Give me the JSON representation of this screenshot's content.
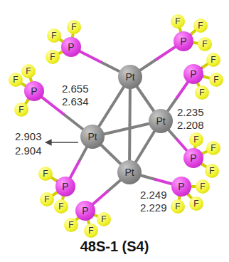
{
  "diagram": {
    "caption": "48S-1 (S4)",
    "nodes": [
      {
        "text": [
          "Pt"
        ]
      },
      {
        "text": [
          "Pt"
        ]
      },
      {
        "text": [
          "Pt"
        ]
      },
      {
        "text": [
          "Pt"
        ]
      },
      {
        "text": [
          "P"
        ]
      },
      {
        "text": [
          "P"
        ]
      },
      {
        "text": [
          "P"
        ]
      },
      {
        "text": [
          "P"
        ]
      },
      {
        "text": [
          "P"
        ]
      },
      {
        "text": [
          "P"
        ]
      },
      {
        "text": [
          "P"
        ]
      },
      {
        "text": [
          "P"
        ]
      },
      {
        "text": [
          "F"
        ]
      },
      {
        "text": [
          "F"
        ]
      },
      {
        "text": [
          "F"
        ]
      },
      {
        "text": [
          "F"
        ]
      },
      {
        "text": [
          "F"
        ]
      },
      {
        "text": [
          "F"
        ]
      },
      {
        "text": [
          "F"
        ]
      },
      {
        "text": [
          "F"
        ]
      },
      {
        "text": [
          "F"
        ]
      },
      {
        "text": [
          "F"
        ]
      },
      {
        "text": [
          "F"
        ]
      },
      {
        "text": [
          "F"
        ]
      },
      {
        "text": [
          "F"
        ]
      },
      {
        "text": [
          "F"
        ]
      },
      {
        "text": [
          "F"
        ]
      },
      {
        "text": [
          "F"
        ]
      },
      {
        "text": [
          "F"
        ]
      },
      {
        "text": [
          "F"
        ]
      },
      {
        "text": [
          "F"
        ]
      },
      {
        "text": [
          "F"
        ]
      },
      {
        "text": [
          "F"
        ]
      },
      {
        "text": [
          "F"
        ]
      },
      {
        "text": [
          "F"
        ]
      },
      {
        "text": [
          "F"
        ]
      }
    ],
    "edges": [
      {
        "from": 0,
        "to": 1,
        "arrow": "none"
      },
      {
        "from": 0,
        "to": 2,
        "arrow": "none"
      },
      {
        "from": 0,
        "to": 3,
        "arrow": "none"
      },
      {
        "from": 1,
        "to": 2,
        "arrow": "none"
      },
      {
        "from": 1,
        "to": 3,
        "arrow": "none"
      },
      {
        "from": 2,
        "to": 3,
        "arrow": "none"
      },
      {
        "from": 0,
        "to": 4,
        "arrow": "none"
      },
      {
        "from": 0,
        "to": 5,
        "arrow": "none"
      },
      {
        "from": 1,
        "to": 6,
        "arrow": "none"
      },
      {
        "from": 1,
        "to": 7,
        "arrow": "none"
      },
      {
        "from": 2,
        "to": 8,
        "arrow": "none"
      },
      {
        "from": 2,
        "to": 9,
        "arrow": "none"
      },
      {
        "from": 3,
        "to": 10,
        "arrow": "none"
      },
      {
        "from": 3,
        "to": 11,
        "arrow": "none"
      },
      {
        "from": 4,
        "to": 12,
        "arrow": "none"
      },
      {
        "from": 4,
        "to": 13,
        "arrow": "none"
      },
      {
        "from": 4,
        "to": 14,
        "arrow": "none"
      },
      {
        "from": 5,
        "to": 15,
        "arrow": "none"
      },
      {
        "from": 5,
        "to": 16,
        "arrow": "none"
      },
      {
        "from": 5,
        "to": 17,
        "arrow": "none"
      },
      {
        "from": 6,
        "to": 18,
        "arrow": "none"
      },
      {
        "from": 6,
        "to": 19,
        "arrow": "none"
      },
      {
        "from": 6,
        "to": 20,
        "arrow": "none"
      },
      {
        "from": 7,
        "to": 21,
        "arrow": "none"
      },
      {
        "from": 7,
        "to": 22,
        "arrow": "none"
      },
      {
        "from": 7,
        "to": 23,
        "arrow": "none"
      },
      {
        "from": 8,
        "to": 24,
        "arrow": "none"
      },
      {
        "from": 8,
        "to": 25,
        "arrow": "none"
      },
      {
        "from": 8,
        "to": 26,
        "arrow": "none"
      },
      {
        "from": 9,
        "to": 27,
        "arrow": "none"
      },
      {
        "from": 9,
        "to": 28,
        "arrow": "none"
      },
      {
        "from": 9,
        "to": 29,
        "arrow": "none"
      },
      {
        "from": 10,
        "to": 30,
        "arrow": "none"
      },
      {
        "from": 10,
        "to": 31,
        "arrow": "none"
      },
      {
        "from": 10,
        "to": 32,
        "arrow": "none"
      },
      {
        "from": 11,
        "to": 33,
        "arrow": "none"
      },
      {
        "from": 11,
        "to": 34,
        "arrow": "none"
      },
      {
        "from": 11,
        "to": 35,
        "arrow": "none"
      }
    ],
    "labels": [
      "2.655",
      "2.634",
      "2.235",
      "2.208",
      "2.903",
      "2.904",
      "2.249",
      "2.229"
    ]
  }
}
